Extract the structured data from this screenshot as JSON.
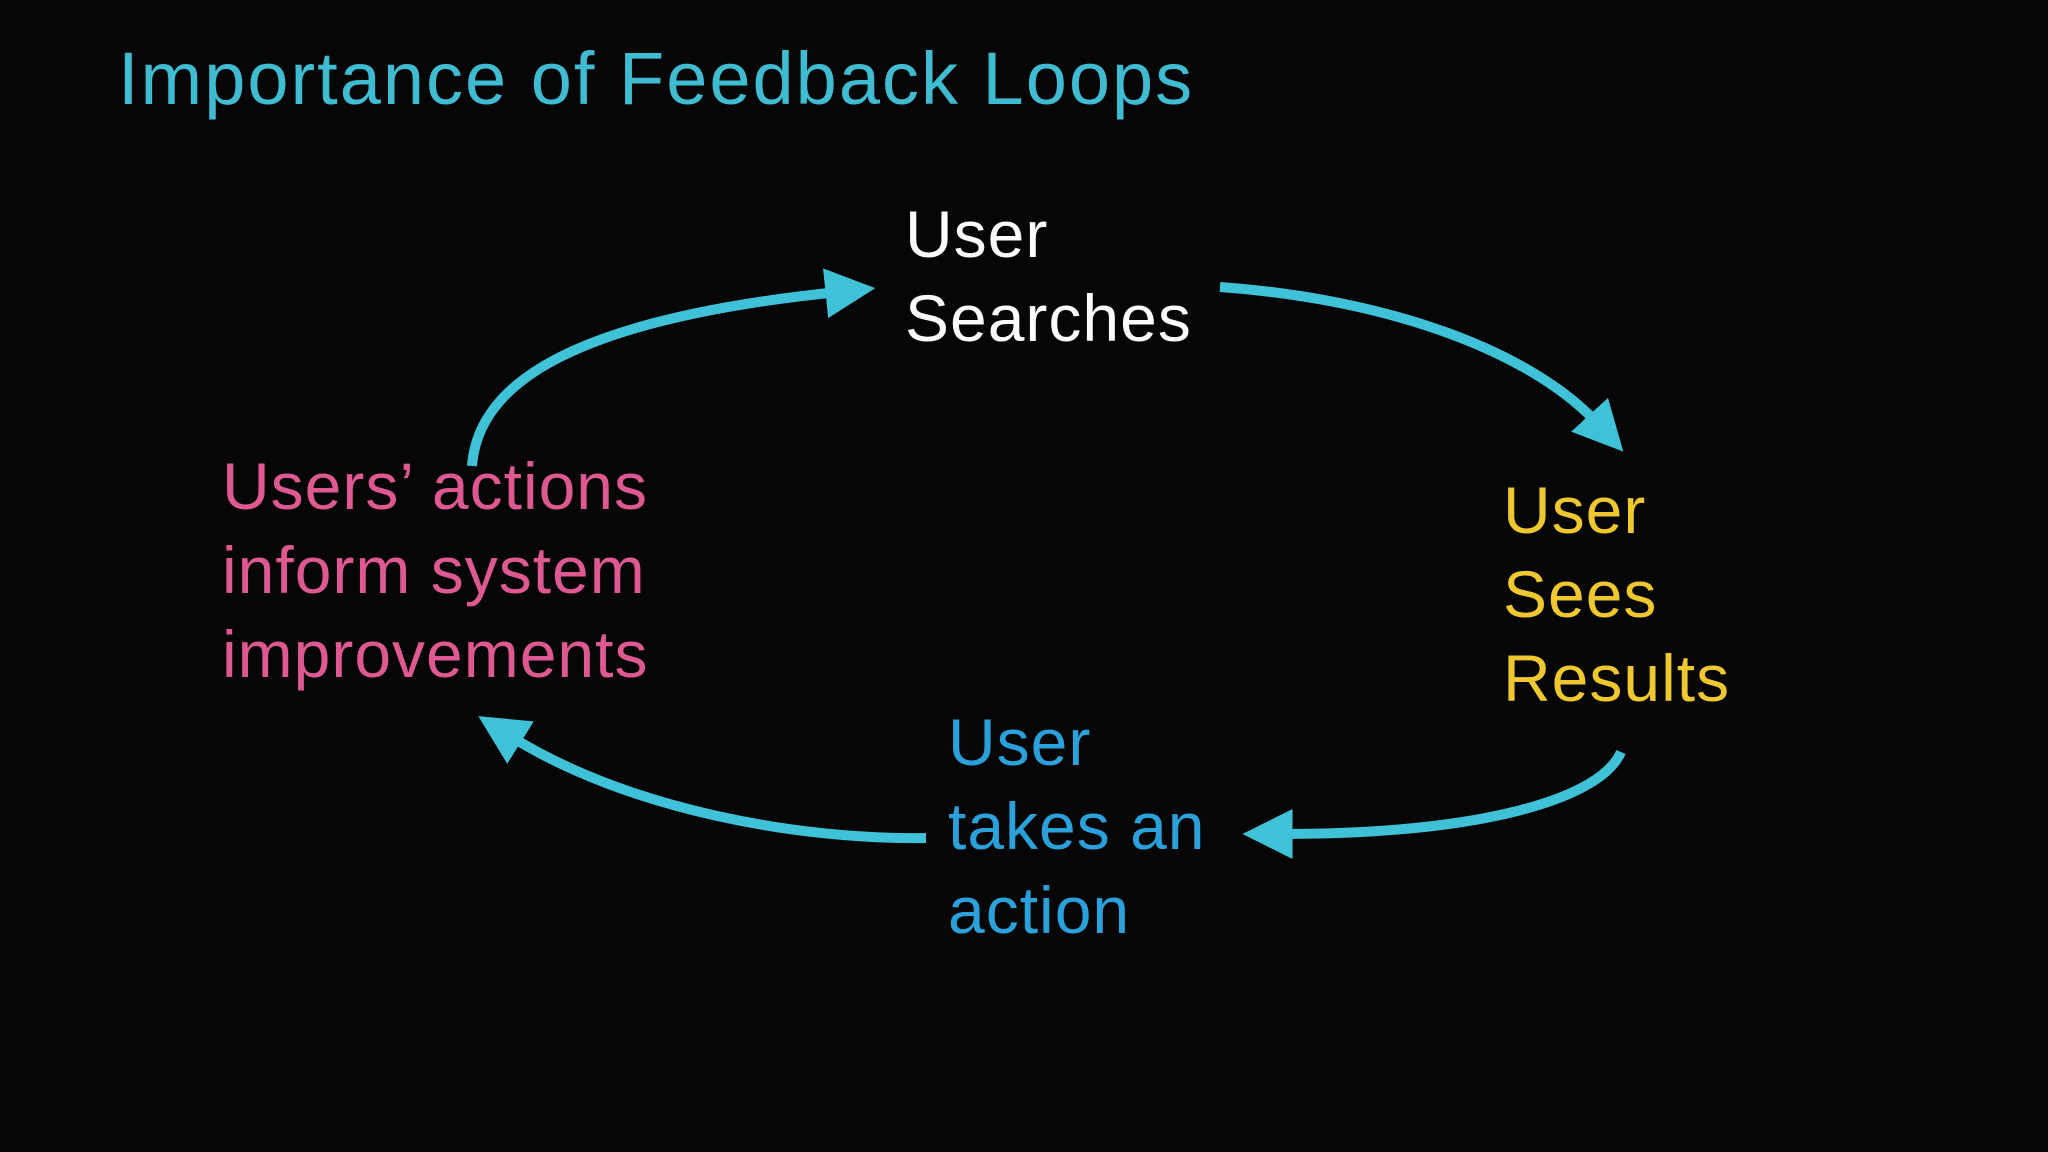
{
  "slide": {
    "title": "Importance of Feedback Loops",
    "colors": {
      "background": "#060606",
      "title": "#3FBCD2",
      "arrow": "#3FC2D8",
      "node_user_searches": "#FBFBFB",
      "node_user_sees_results": "#EFC72F",
      "node_actions_inform": "#DE5991",
      "node_user_takes_action": "#2BA1DB"
    }
  },
  "diagram": {
    "nodes": [
      {
        "id": "user-searches",
        "label": "User\nSearches"
      },
      {
        "id": "user-sees-results",
        "label": "User\nSees\nResults"
      },
      {
        "id": "user-takes-action",
        "label": "User\ntakes an\naction"
      },
      {
        "id": "actions-inform",
        "label": "Users’ actions\ninform system\nimprovements"
      }
    ],
    "arrows": [
      {
        "id": "arrow-inform-to-searches",
        "from": "actions-inform",
        "to": "user-searches"
      },
      {
        "id": "arrow-searches-to-results",
        "from": "user-searches",
        "to": "user-sees-results"
      },
      {
        "id": "arrow-results-to-action",
        "from": "user-sees-results",
        "to": "user-takes-action"
      },
      {
        "id": "arrow-action-to-inform",
        "from": "user-takes-action",
        "to": "actions-inform"
      }
    ]
  }
}
